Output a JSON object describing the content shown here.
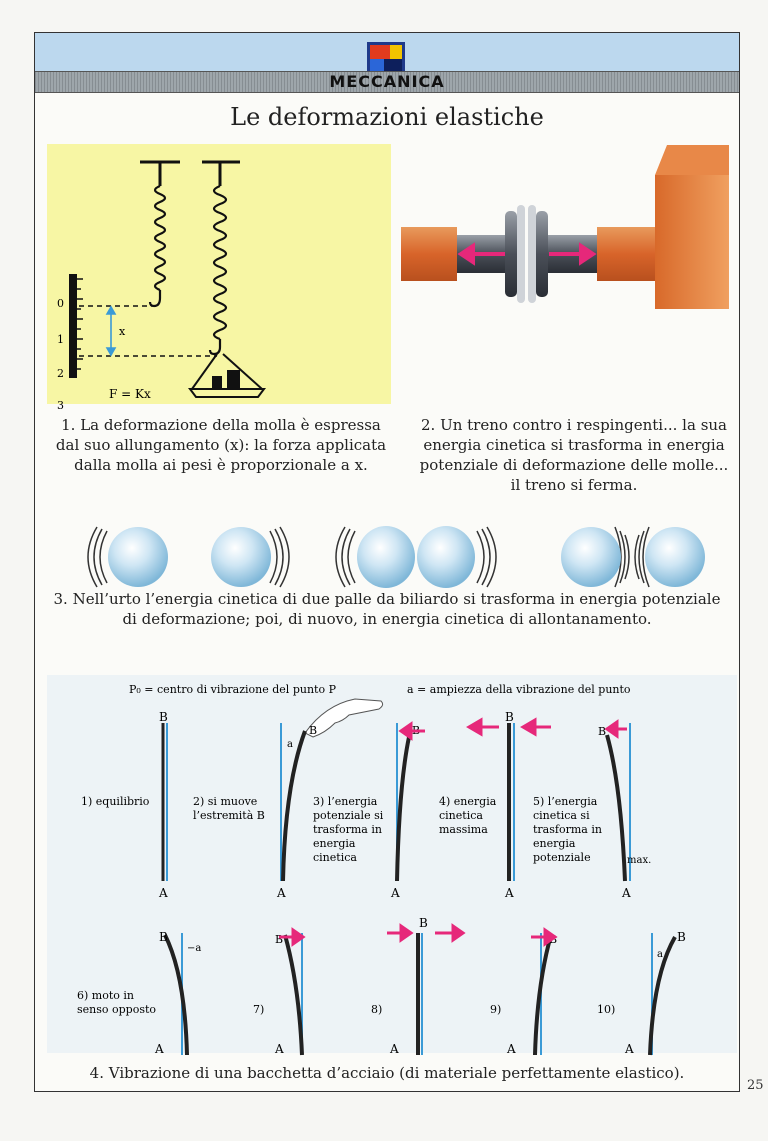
{
  "header": {
    "section": "MECCANICA",
    "title": "Le deformazioni elastiche"
  },
  "figure1": {
    "scale_labels": [
      "0",
      "1",
      "2",
      "3"
    ],
    "x_label": "x",
    "formula": "F = Kx",
    "caption_lines": [
      "1. La deformazione della molla è espressa",
      "dal suo allungamento (x): la forza applicata",
      "dalla molla ai pesi è proporzionale a x."
    ]
  },
  "figure2": {
    "caption_lines": [
      "2. Un treno contro i respingenti... la sua",
      "energia cinetica si trasforma in energia",
      "potenziale di deformazione delle molle...",
      "il treno si ferma."
    ]
  },
  "figure3": {
    "caption_lines": [
      "3. Nell’urto l’energia cinetica di due palle da biliardo si trasforma in energia potenziale",
      "di deformazione; poi, di nuovo, in energia cinetica di allontanamento."
    ]
  },
  "figure4": {
    "legend_p0": "P₀ = centro di vibrazione del punto P",
    "legend_a": "a = ampiezza della vibrazione del punto",
    "label_a": "a",
    "label_minus_a": "−a",
    "label_max": "max.",
    "end_top": "B",
    "end_bottom": "A",
    "row1": [
      {
        "lines": [
          "1) equilibrio"
        ]
      },
      {
        "lines": [
          "2) si muove",
          "l’estremità B"
        ]
      },
      {
        "lines": [
          "3) l’energia",
          "potenziale si",
          "trasforma in",
          "energia",
          "cinetica"
        ]
      },
      {
        "lines": [
          "4) energia",
          "cinetica",
          "massima"
        ]
      },
      {
        "lines": [
          "5) l’energia",
          "cinetica si",
          "trasforma in",
          "energia",
          "potenziale"
        ]
      }
    ],
    "row2": [
      {
        "lines": [
          "6) moto in",
          "senso opposto"
        ]
      },
      {
        "lines": [
          "7)"
        ]
      },
      {
        "lines": [
          "8)"
        ]
      },
      {
        "lines": [
          "9)"
        ]
      },
      {
        "lines": [
          "10)"
        ]
      }
    ],
    "caption": "4. Vibrazione di una bacchetta d’acciaio (di materiale perfettamente elastico)."
  },
  "page_number": "25",
  "colors": {
    "accent": "#e6287a",
    "blue": "#3a9ad6",
    "rod": "#222222",
    "yellow": "#f7f6a4",
    "header_band": "#bcd8ee"
  }
}
